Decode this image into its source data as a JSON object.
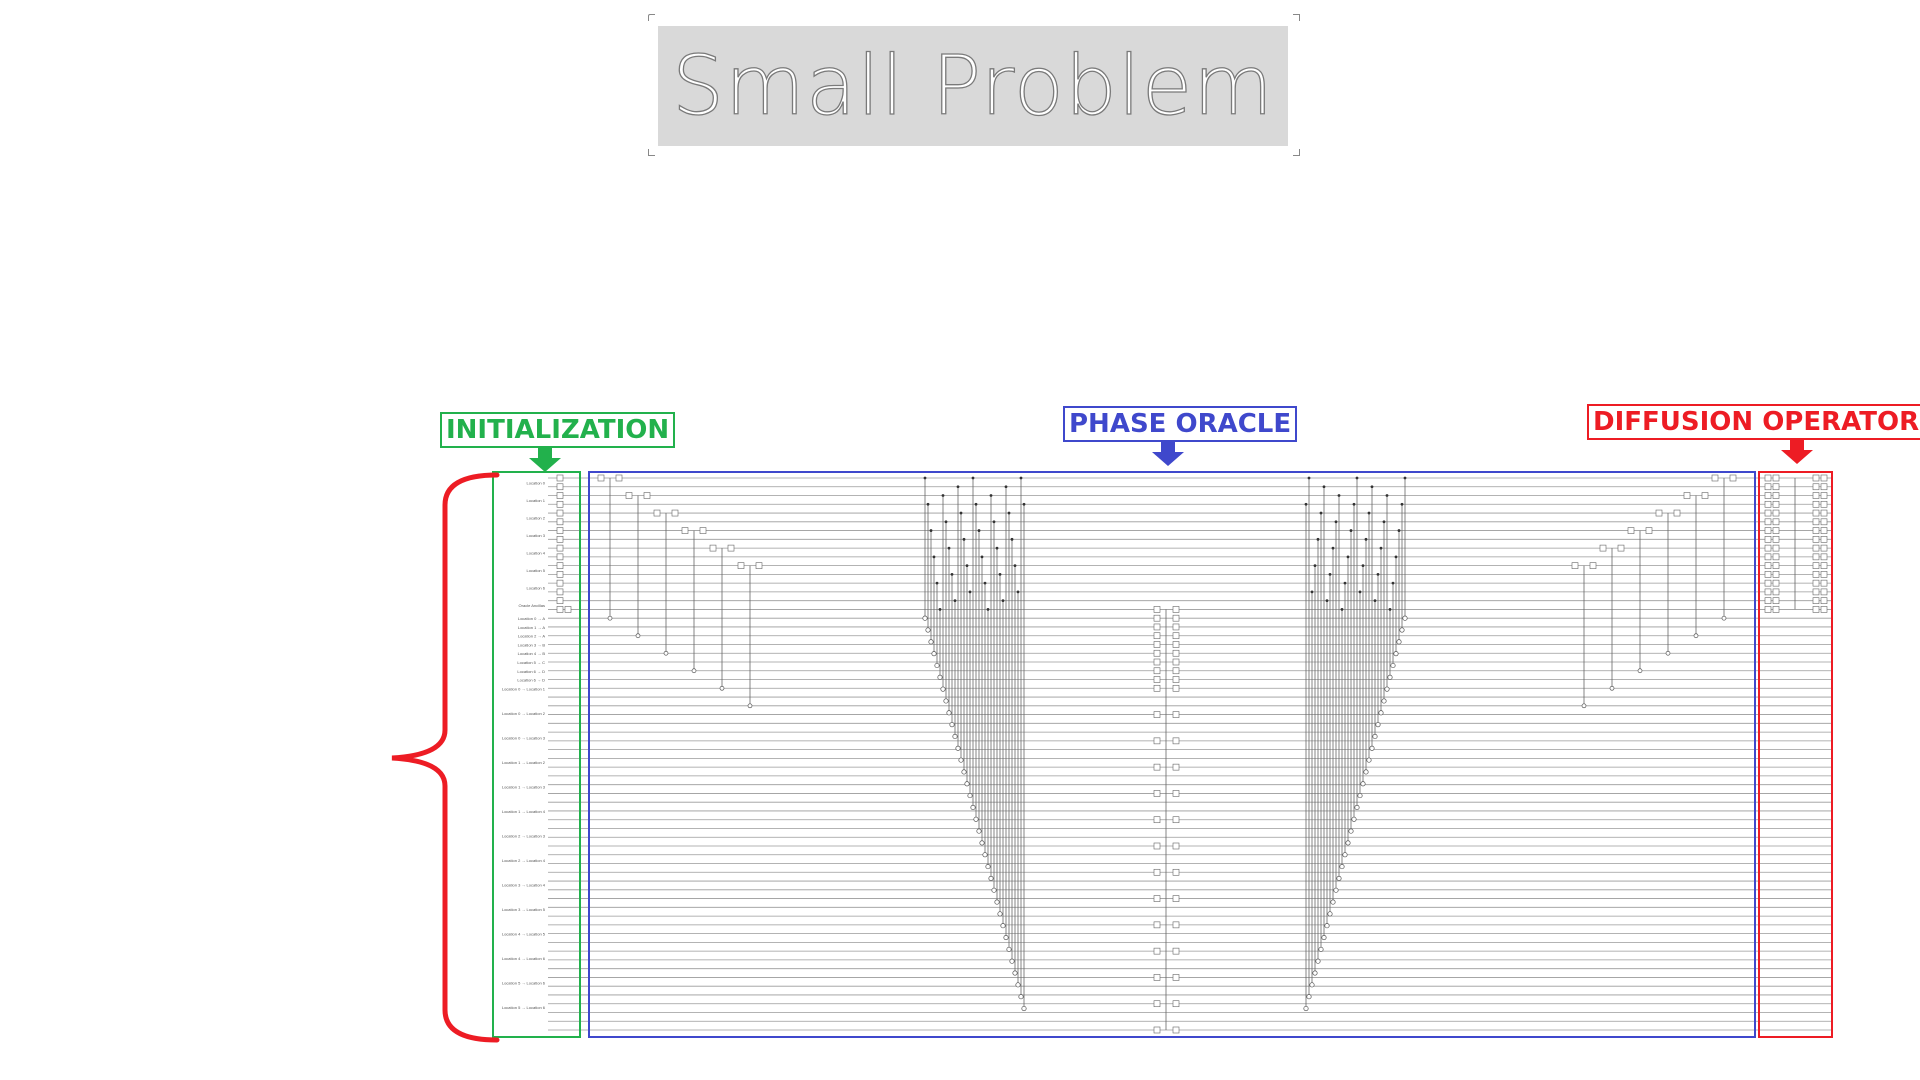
{
  "slide": {
    "title": "Small Problem"
  },
  "sections": {
    "initialization": "INITIALIZATION",
    "phase_oracle": "PHASE ORACLE",
    "diffusion_operator": "DIFFUSION OPERATOR"
  },
  "colors": {
    "initialization": "#22b14c",
    "phase_oracle": "#3f48cc",
    "diffusion_operator": "#ed1c24",
    "brace": "#ed1c24",
    "title_box": "#d9d9d9"
  },
  "circuit": {
    "qubit_lines": 64,
    "register_labels": [
      "Location 0",
      "Location 1",
      "Location 2",
      "Location 3",
      "Location 4",
      "Location 5",
      "Location 6",
      "Oracle Ancillas",
      "Location 0 → A",
      "Location 1 → A",
      "Location 2 → A",
      "Location 3 → B",
      "Location 4 → B",
      "Location 5 → C",
      "Location 6 → D",
      "Location 6 → D",
      "Location 0 → Location 1",
      "Location 0 → Location 2",
      "Location 0 → Location 3",
      "Location 1 → Location 2",
      "Location 1 → Location 3",
      "Location 1 → Location 4",
      "Location 2 → Location 3",
      "Location 2 → Location 4",
      "Location 3 → Location 4",
      "Location 3 → Location 5",
      "Location 4 → Location 5",
      "Location 4 → Location 6",
      "Location 5 → Location 6",
      "Location 5 → Location 6"
    ]
  }
}
